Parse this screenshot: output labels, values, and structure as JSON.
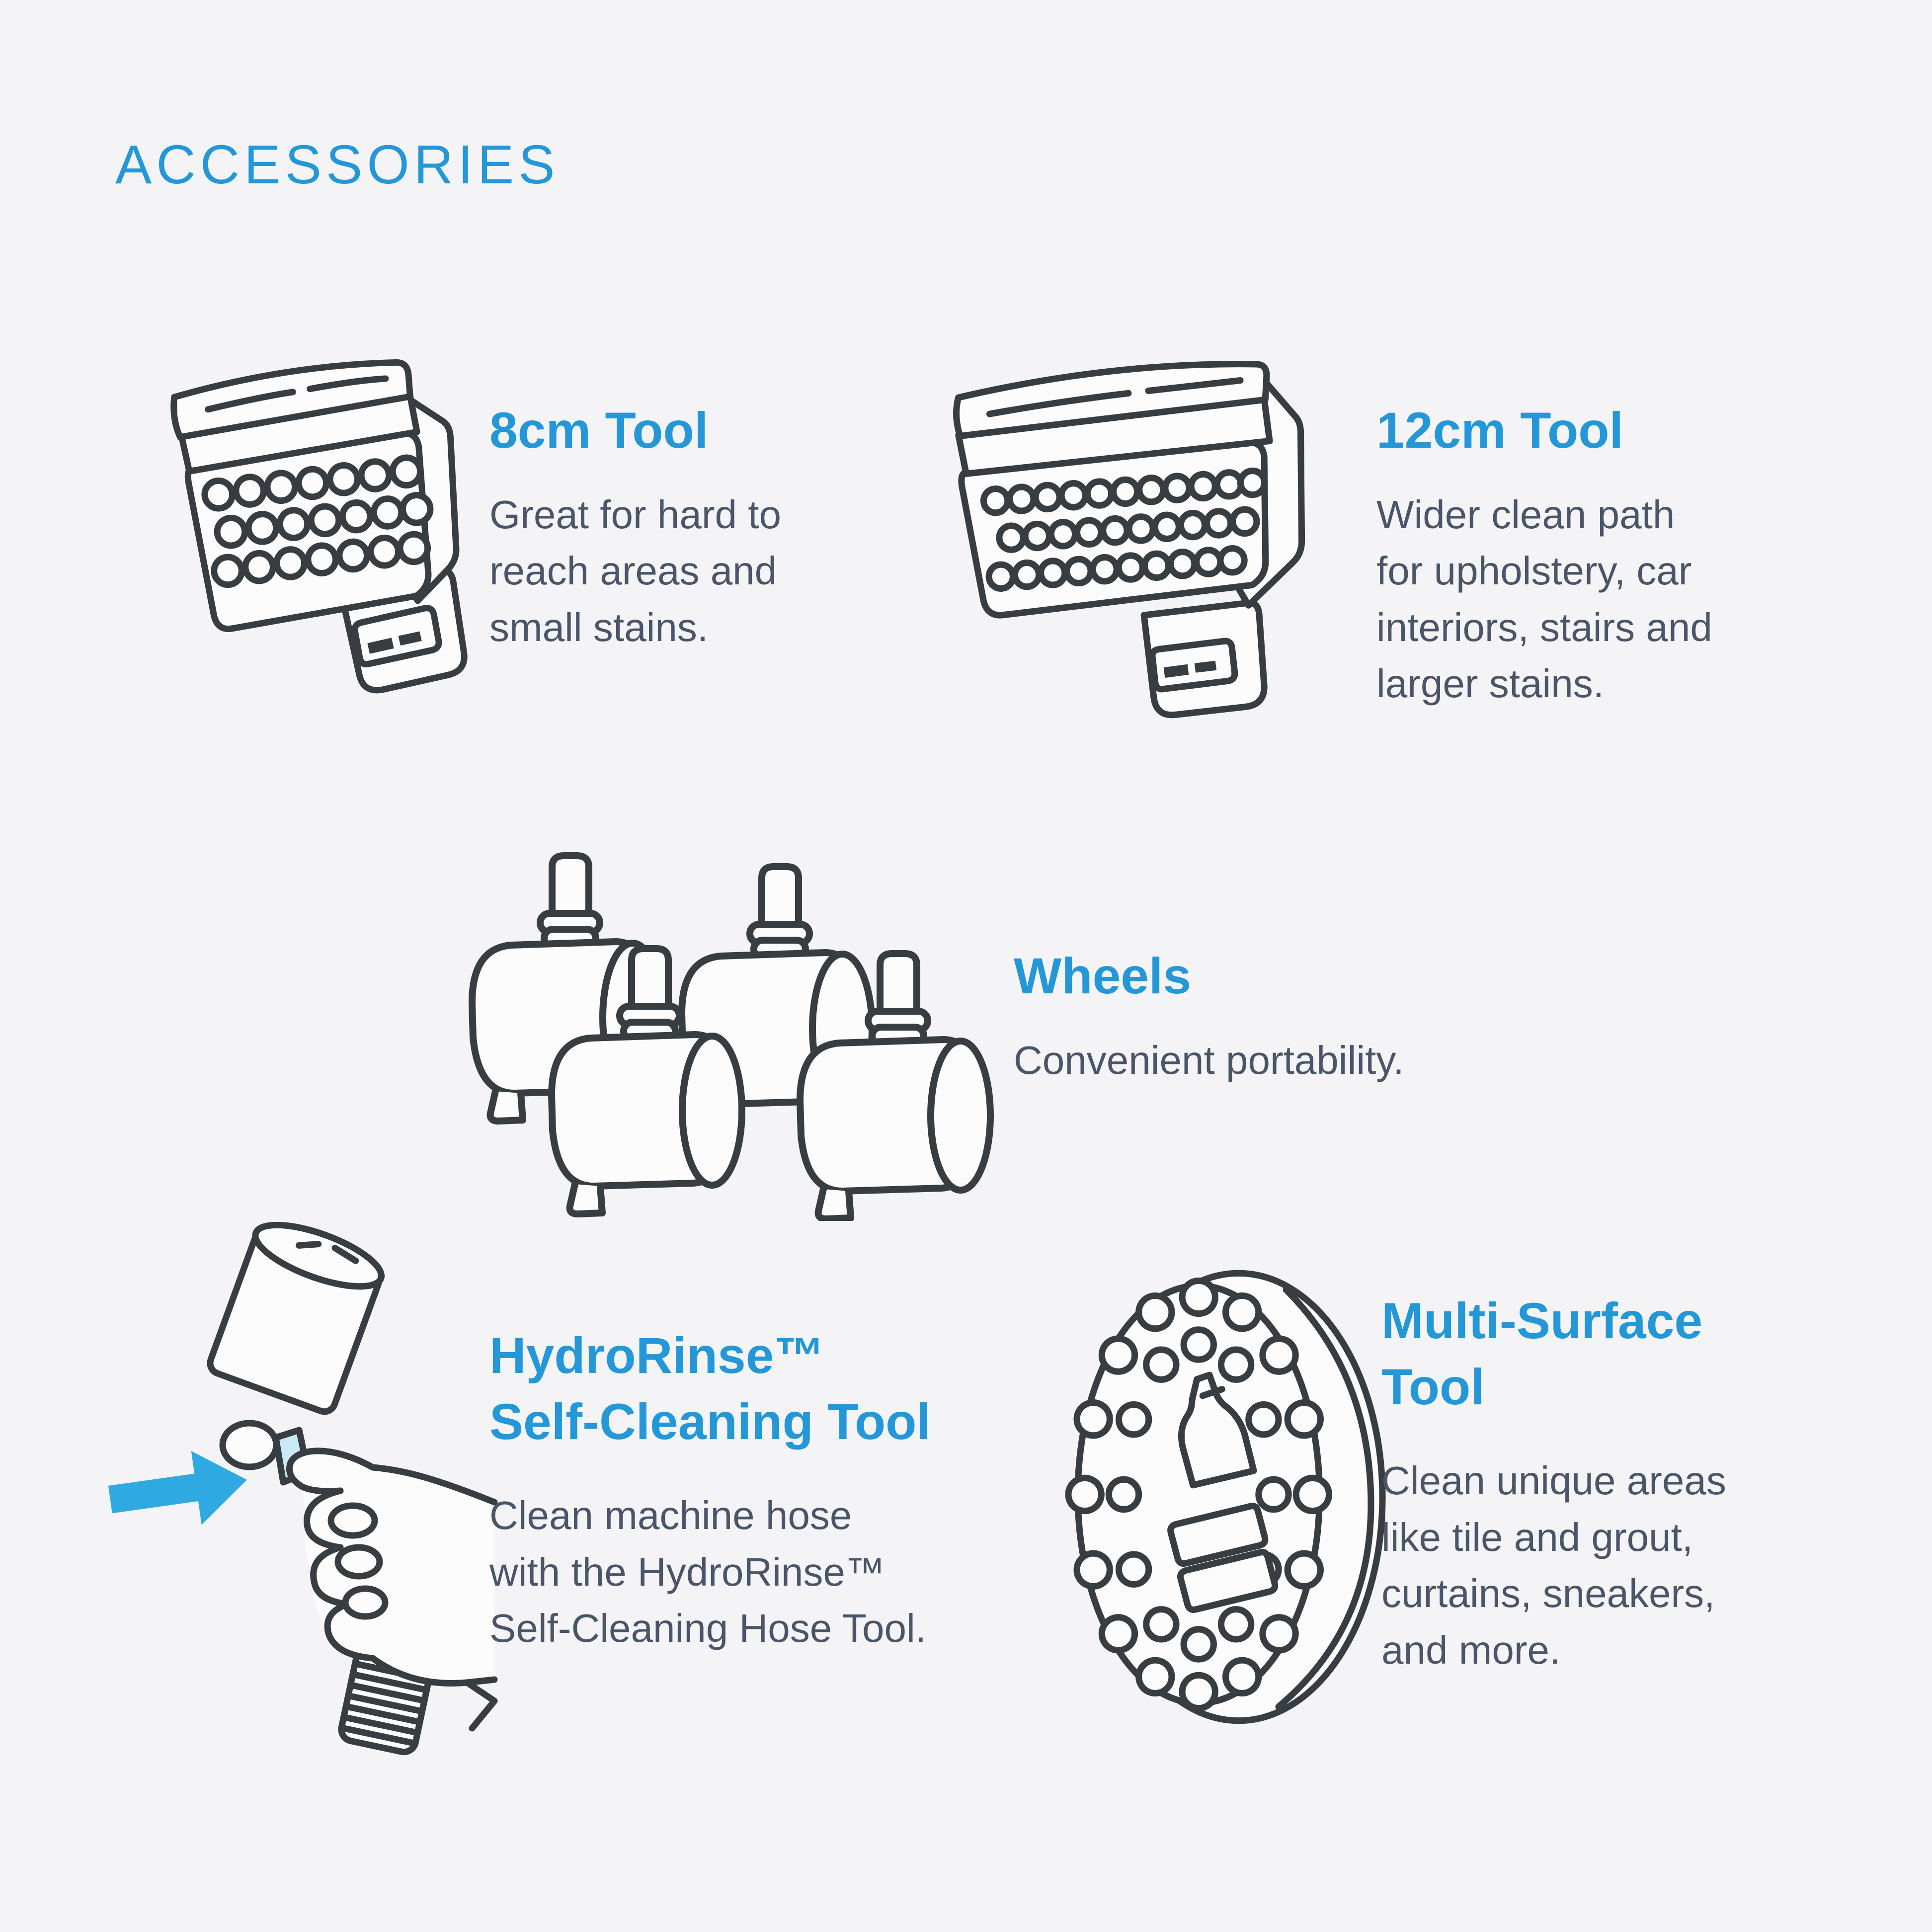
{
  "page": {
    "title": "ACCESSORIES"
  },
  "colors": {
    "background": "#F4F4F6",
    "accent_blue": "#2497D8",
    "body_text": "#4A5569",
    "line_art": "#383D41",
    "arrow_blue": "#2FA9E2"
  },
  "items": [
    {
      "id": "8cm-tool",
      "icon": "8cm-tool-icon",
      "title_lines": [
        "8cm Tool"
      ],
      "description_lines": [
        "Great for hard to",
        "reach areas and",
        "small stains."
      ]
    },
    {
      "id": "12cm-tool",
      "icon": "12cm-tool-icon",
      "title_lines": [
        "12cm Tool"
      ],
      "description_lines": [
        "Wider clean path",
        "for upholstery, car",
        "interiors, stairs and",
        "larger stains."
      ]
    },
    {
      "id": "wheels",
      "icon": "wheels-icon",
      "title_lines": [
        "Wheels"
      ],
      "description_lines": [
        "Convenient portability."
      ]
    },
    {
      "id": "hydrorinse-self-cleaning-tool",
      "icon": "hydrorinse-hand-hose-icon",
      "title_lines": [
        "HydroRinse™",
        "Self-Cleaning Tool"
      ],
      "description_lines": [
        "Clean machine hose",
        "with the HydroRinse™",
        "Self-Cleaning Hose Tool."
      ]
    },
    {
      "id": "multi-surface-tool",
      "icon": "multi-surface-brush-icon",
      "title_lines": [
        "Multi-Surface",
        "Tool"
      ],
      "description_lines": [
        "Clean unique areas",
        "like tile and grout,",
        "curtains, sneakers,",
        "and more."
      ]
    }
  ]
}
